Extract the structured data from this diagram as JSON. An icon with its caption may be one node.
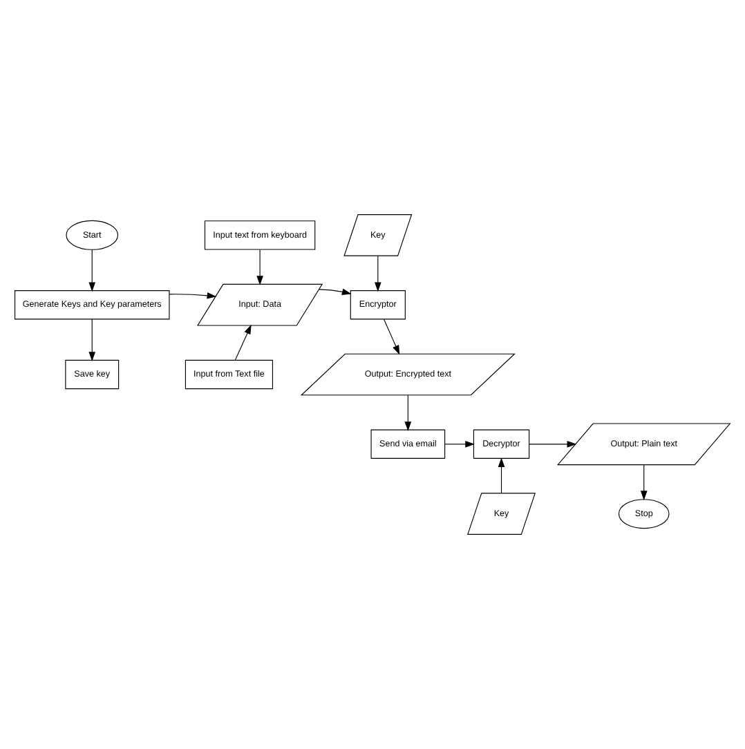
{
  "diagram": {
    "nodes": [
      {
        "text": [
          "Start"
        ]
      },
      {
        "text": [
          "Generate Keys and Key parameters"
        ]
      },
      {
        "text": [
          "Save key"
        ]
      },
      {
        "text": [
          "Input text from keyboard"
        ]
      },
      {
        "text": [
          "Input: Data"
        ]
      },
      {
        "text": [
          "Input from Text file"
        ]
      },
      {
        "text": [
          "Key"
        ]
      },
      {
        "text": [
          "Encryptor"
        ]
      },
      {
        "text": [
          "Output: Encrypted text"
        ]
      },
      {
        "text": [
          "Output: Plain text"
        ]
      },
      {
        "text": [
          "Decryptor"
        ]
      },
      {
        "text": [
          "Send via email"
        ]
      },
      {
        "text": [
          "Key"
        ]
      },
      {
        "text": [
          "Stop"
        ]
      }
    ],
    "edges": [
      {
        "from": 0,
        "to": 1,
        "arrow": "to"
      },
      {
        "from": 1,
        "to": 2,
        "arrow": "to"
      },
      {
        "from": 1,
        "to": 4,
        "arrow": "to"
      },
      {
        "from": 3,
        "to": 4,
        "arrow": "to"
      },
      {
        "from": 5,
        "to": 4,
        "arrow": "to"
      },
      {
        "from": 4,
        "to": 7,
        "arrow": "to"
      },
      {
        "from": 6,
        "to": 7,
        "arrow": "to"
      },
      {
        "from": 7,
        "to": 8,
        "arrow": "to"
      },
      {
        "from": 8,
        "to": 11,
        "arrow": "to"
      },
      {
        "from": 11,
        "to": 10,
        "arrow": "to"
      },
      {
        "from": 12,
        "to": 10,
        "arrow": "to"
      },
      {
        "from": 10,
        "to": 9,
        "arrow": "to"
      },
      {
        "from": 9,
        "to": 13,
        "arrow": "to"
      }
    ]
  }
}
